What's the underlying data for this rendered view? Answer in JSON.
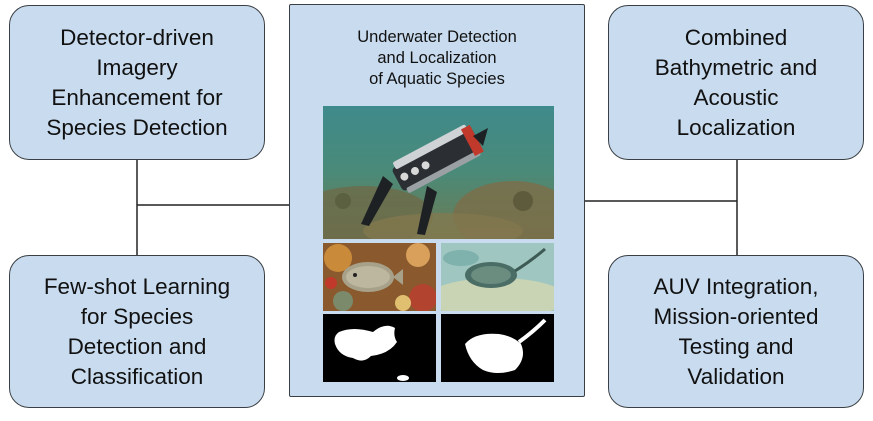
{
  "boxes": {
    "top_left": [
      "Detector-driven",
      "Imagery",
      "Enhancement for",
      "Species Detection"
    ],
    "bottom_left": [
      "Few-shot Learning",
      "for Species",
      "Detection and",
      "Classification"
    ],
    "top_right": [
      "Combined",
      "Bathymetric and",
      "Acoustic",
      "Localization"
    ],
    "bottom_right": [
      "AUV Integration,",
      "Mission-oriented",
      "Testing and",
      "Validation"
    ],
    "center_title": [
      "Underwater Detection",
      "and Localization",
      "of Aquatic Species"
    ]
  },
  "images": {
    "auv": "underwater-auv-photo",
    "fish": "pufferfish-photo",
    "ray": "stingray-photo",
    "fish_mask": "fish-segmentation-mask",
    "ray_mask": "stingray-segmentation-mask"
  },
  "colors": {
    "box_fill": "#c9dcef",
    "box_border": "#3a3f45",
    "connector": "#222222"
  }
}
